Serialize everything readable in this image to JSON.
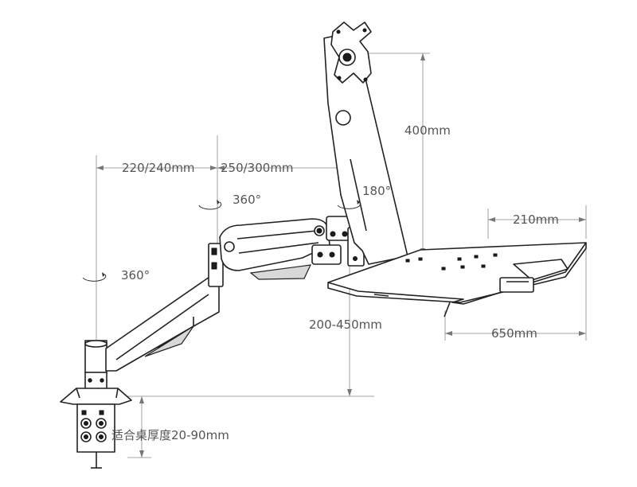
{
  "dimensions": {
    "arm1_length": "220/240mm",
    "arm2_length": "250/300mm",
    "monitor_height": "400mm",
    "rotation_arm2": "360°",
    "rotation_mount": "180°",
    "rotation_arm1": "360°",
    "tray_depth": "210mm",
    "tray_width": "650mm",
    "height_range": "200-450mm",
    "desk_thickness": "适合桌厚度20-90mm"
  },
  "colors": {
    "line": "#222222",
    "dimension_text": "#555555",
    "dimension_line": "#888888"
  }
}
